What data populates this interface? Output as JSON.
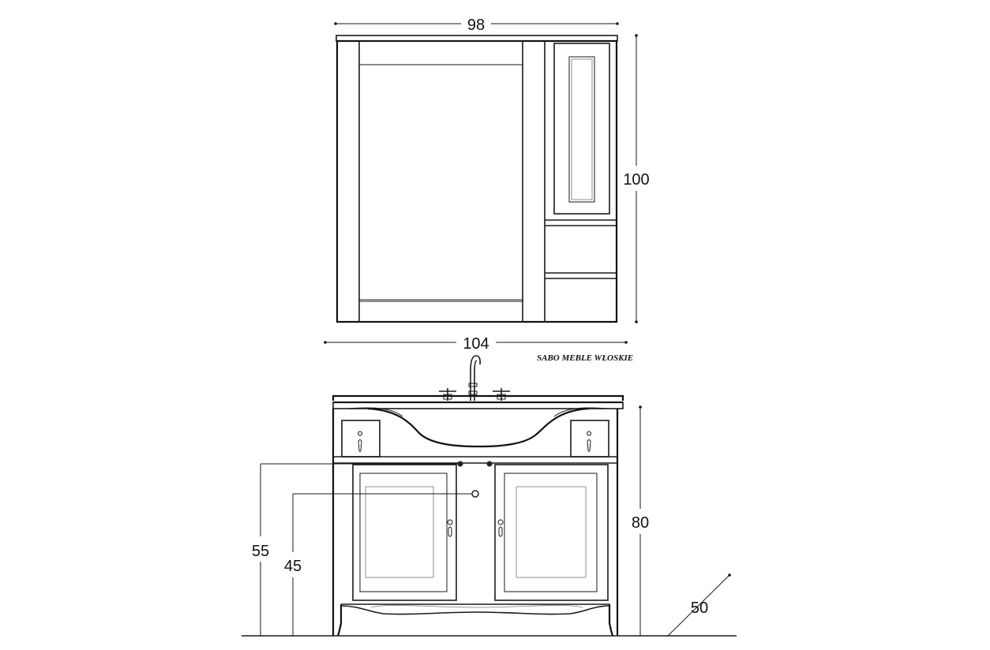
{
  "brand_label": "SABO MEBLE WŁOSKIE",
  "dimensions": {
    "mirror_cabinet_width": "98",
    "mirror_cabinet_height": "100",
    "vanity_width": "104",
    "vanity_height": "80",
    "vanity_depth": "50",
    "drain_height_upper": "55",
    "drain_height_lower": "45"
  }
}
